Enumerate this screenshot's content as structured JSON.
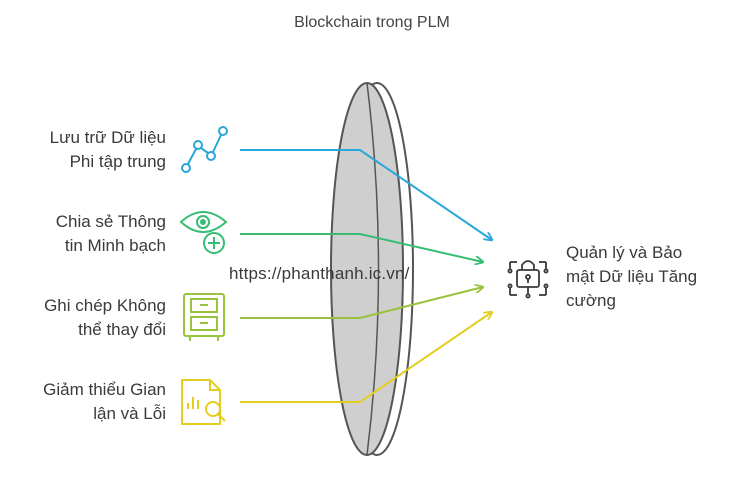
{
  "title": "Blockchain trong PLM",
  "inputs": [
    {
      "line1": "Lưu trữ Dữ liệu",
      "line2": "Phi tập trung",
      "icon": "decentralized-nodes-icon",
      "color": "#2aa7d8"
    },
    {
      "line1": "Chia sẻ Thông",
      "line2": "tin Minh bạch",
      "icon": "eye-plus-icon",
      "color": "#36bd73"
    },
    {
      "line1": "Ghi chép Không",
      "line2": "thể thay đổi",
      "icon": "cabinet-icon",
      "color": "#98c43d"
    },
    {
      "line1": "Giảm thiểu Gian",
      "line2": "lận và Lỗi",
      "icon": "document-search-icon",
      "color": "#e3ce1f"
    }
  ],
  "output": {
    "line1": "Quản lý và Bảo",
    "line2": "mật Dữ liệu Tăng",
    "line3": "cường",
    "icon": "secure-lock-icon"
  },
  "watermark": "https://phanthanh.ic.vn/"
}
